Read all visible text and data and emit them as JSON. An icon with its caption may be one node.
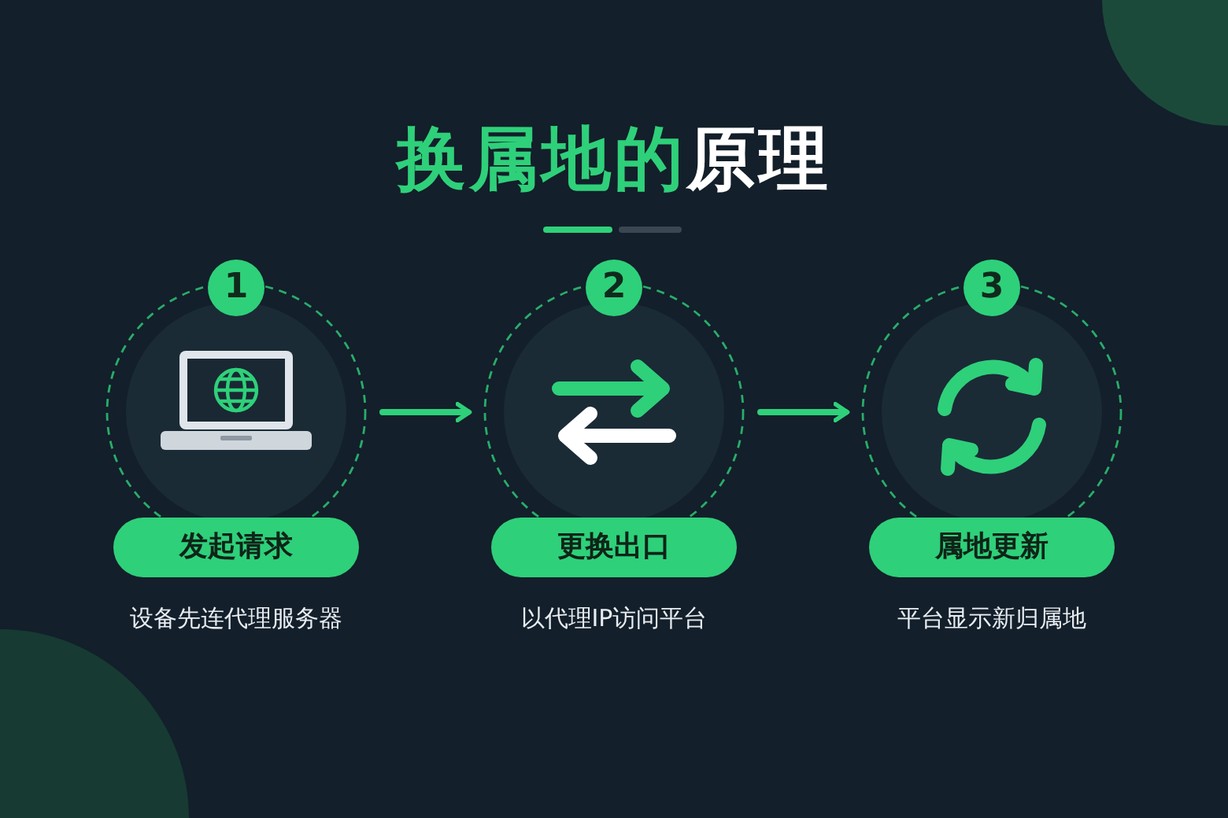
{
  "diagram": {
    "title": "换属地的原理",
    "nodes": [
      {
        "text": [
          "1",
          "发起请求"
        ],
        "beside": [
          "设备先连代理服务器"
        ]
      },
      {
        "text": [
          "2",
          "更换出口"
        ],
        "beside": [
          "以代理IP访问平台"
        ]
      },
      {
        "text": [
          "3",
          "属地更新"
        ],
        "beside": [
          "平台显示新归属地"
        ]
      }
    ],
    "edges": [
      {
        "from": 0,
        "to": 1,
        "arrow": "to"
      },
      {
        "from": 1,
        "to": 2,
        "arrow": "to"
      }
    ]
  }
}
